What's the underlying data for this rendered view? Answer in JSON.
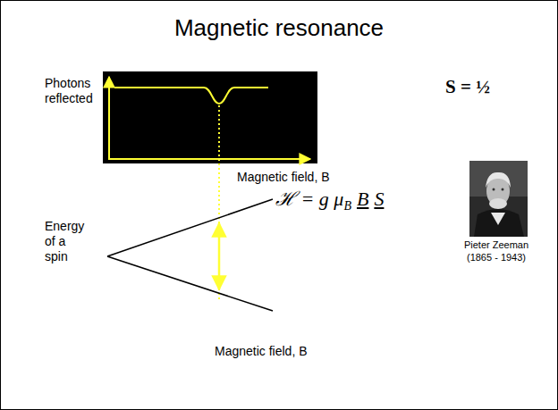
{
  "diagram": {
    "title": "Magnetic resonance",
    "labels": [
      "Photons reflected",
      "Magnetic field, B",
      "S = ½",
      "Energy of a spin",
      "ℋ = g μ",
      "B",
      "B",
      "S",
      "Pieter Zeeman",
      "(1865 - 1943)",
      "Magnetic field, B"
    ]
  }
}
